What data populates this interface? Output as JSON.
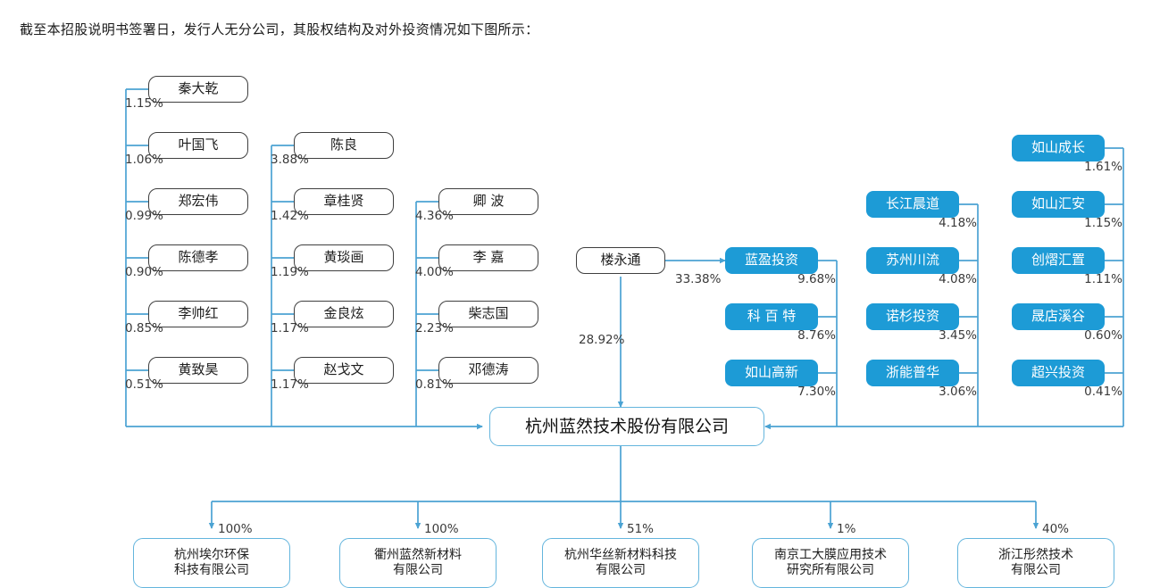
{
  "caption": "截至本招股说明书签署日，发行人无分公司，其股权结构及对外投资情况如下图所示：",
  "colors": {
    "institution_fill": "#1d9bd6",
    "wire": "#4ba3d3",
    "person_border": "#3f3f3f",
    "core_border": "#64b5dd"
  },
  "core": {
    "name": "杭州蓝然技术股份有限公司"
  },
  "direct_holder": {
    "name": "楼永通",
    "pct": "28.92%",
    "to_lanying_pct": "33.38%"
  },
  "columns": [
    {
      "id": "col1",
      "kind": "person",
      "nodes": [
        {
          "name": "秦大乾",
          "pct": "1.15%"
        },
        {
          "name": "叶国飞",
          "pct": "1.06%"
        },
        {
          "name": "郑宏伟",
          "pct": "0.99%"
        },
        {
          "name": "陈德孝",
          "pct": "0.90%"
        },
        {
          "name": "李帅红",
          "pct": "0.85%"
        },
        {
          "name": "黄致昊",
          "pct": "0.51%"
        }
      ]
    },
    {
      "id": "col2",
      "kind": "person",
      "nodes": [
        {
          "name": "陈良",
          "pct": "3.88%"
        },
        {
          "name": "章桂贤",
          "pct": "1.42%"
        },
        {
          "name": "黄琰画",
          "pct": "1.19%"
        },
        {
          "name": "金良炫",
          "pct": "1.17%"
        },
        {
          "name": "赵戈文",
          "pct": "1.17%"
        }
      ]
    },
    {
      "id": "col3",
      "kind": "person",
      "nodes": [
        {
          "name": "卿 波",
          "pct": "4.36%"
        },
        {
          "name": "李 嘉",
          "pct": "4.00%"
        },
        {
          "name": "柴志国",
          "pct": "2.23%"
        },
        {
          "name": "邓德涛",
          "pct": "0.81%"
        }
      ]
    },
    {
      "id": "col4",
      "kind": "institution",
      "nodes": [
        {
          "name": "蓝盈投资",
          "pct": "9.68%"
        },
        {
          "name": "科 百 特",
          "pct": "8.76%"
        },
        {
          "name": "如山高新",
          "pct": "7.30%"
        }
      ]
    },
    {
      "id": "col5",
      "kind": "institution",
      "nodes": [
        {
          "name": "长江晨道",
          "pct": "4.18%"
        },
        {
          "name": "苏州川流",
          "pct": "4.08%"
        },
        {
          "name": "诺杉投资",
          "pct": "3.45%"
        },
        {
          "name": "浙能普华",
          "pct": "3.06%"
        }
      ]
    },
    {
      "id": "col6",
      "kind": "institution",
      "nodes": [
        {
          "name": "如山成长",
          "pct": "1.61%"
        },
        {
          "name": "如山汇安",
          "pct": "1.15%"
        },
        {
          "name": "创熠汇置",
          "pct": "1.11%"
        },
        {
          "name": "晟店溪谷",
          "pct": "0.60%"
        },
        {
          "name": "超兴投资",
          "pct": "0.41%"
        }
      ]
    }
  ],
  "subsidiaries": [
    {
      "name": "杭州埃尔环保\n科技有限公司",
      "pct": "100%"
    },
    {
      "name": "衢州蓝然新材料\n有限公司",
      "pct": "100%"
    },
    {
      "name": "杭州华丝新材料科技\n有限公司",
      "pct": "51%"
    },
    {
      "name": "南京工大膜应用技术\n研究所有限公司",
      "pct": "1%"
    },
    {
      "name": "浙江彤然技术\n有限公司",
      "pct": "40%"
    }
  ]
}
